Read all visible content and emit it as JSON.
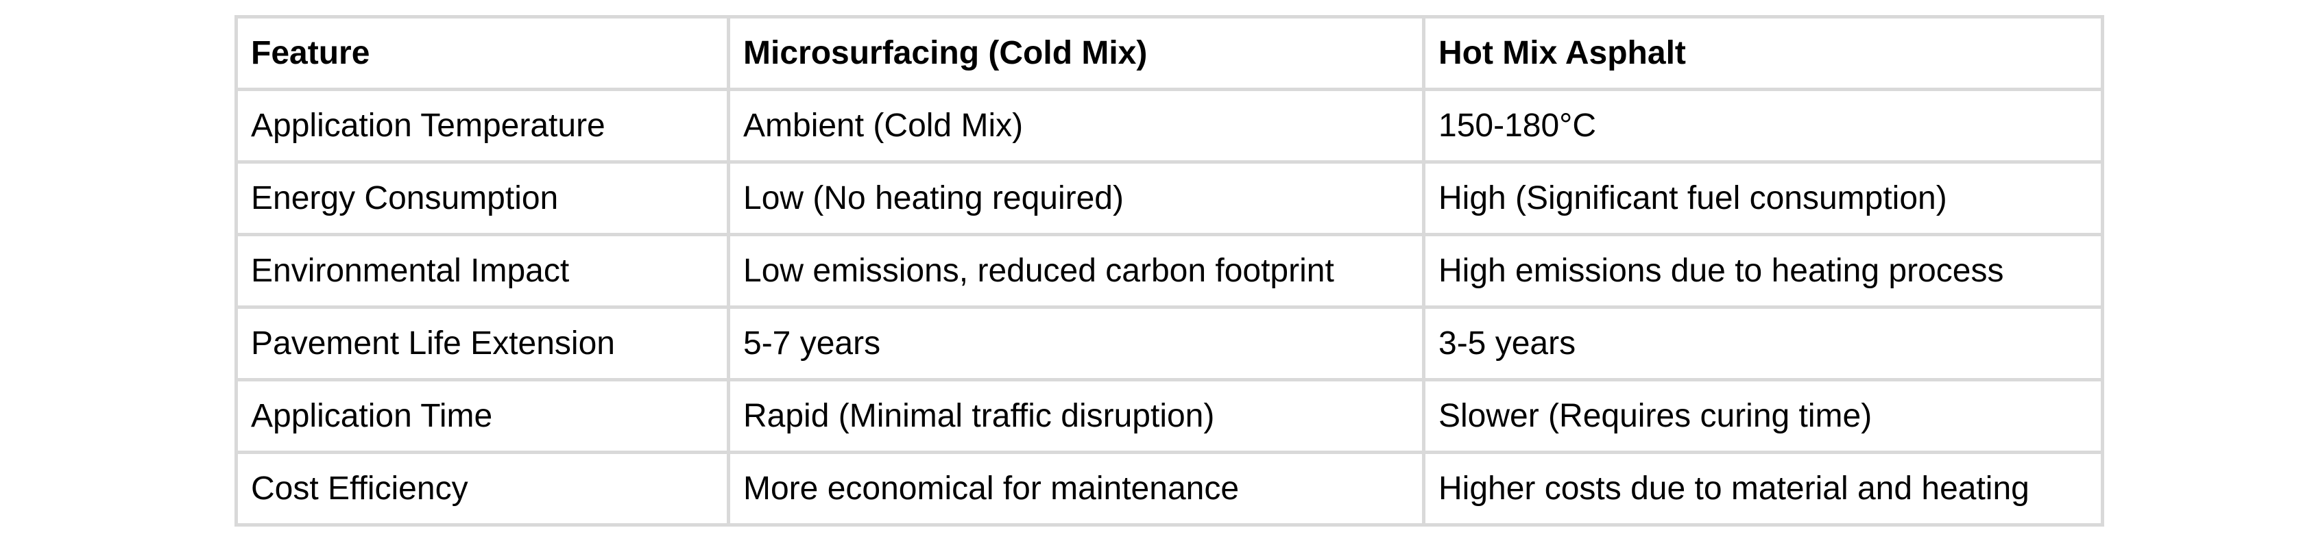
{
  "table": {
    "headers": [
      "Feature",
      "Microsurfacing (Cold Mix)",
      "Hot Mix Asphalt"
    ],
    "rows": [
      [
        "Application Temperature",
        "Ambient (Cold Mix)",
        "150-180°C"
      ],
      [
        "Energy Consumption",
        "Low (No heating required)",
        "High (Significant fuel consumption)"
      ],
      [
        "Environmental Impact",
        "Low emissions, reduced carbon footprint",
        "High emissions due to heating process"
      ],
      [
        "Pavement Life Extension",
        "5-7 years",
        "3-5 years"
      ],
      [
        "Application Time",
        "Rapid (Minimal traffic disruption)",
        "Slower (Requires curing time)"
      ],
      [
        "Cost Efficiency",
        "More economical for maintenance",
        "Higher costs due to material and heating"
      ]
    ]
  }
}
